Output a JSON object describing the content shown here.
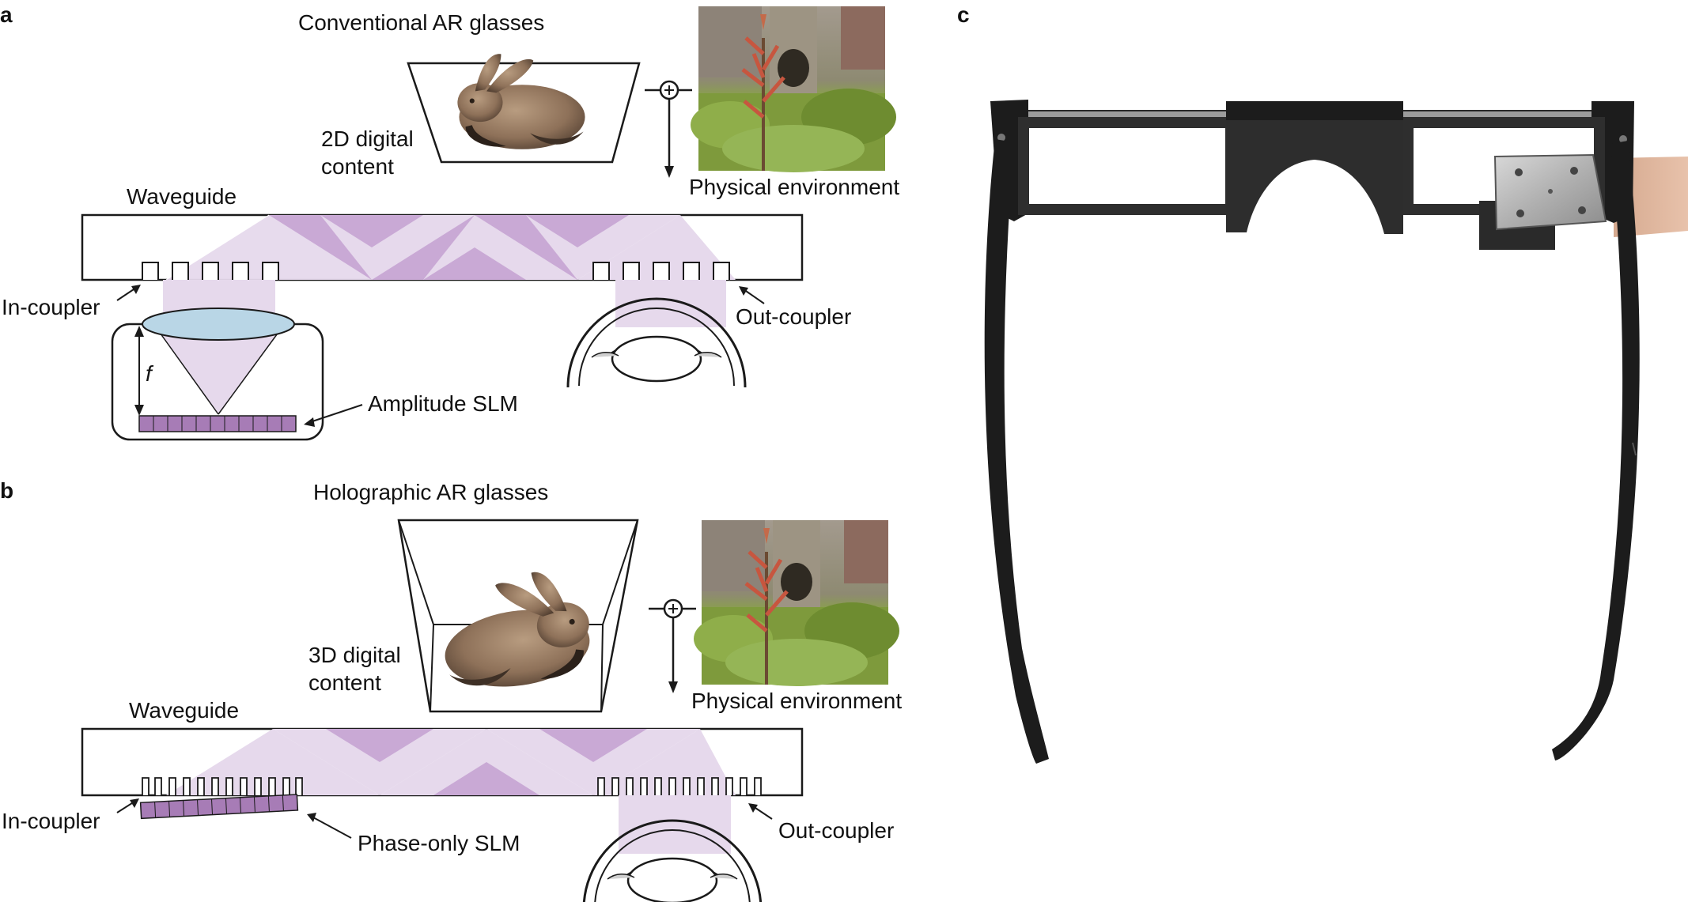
{
  "panel_a": {
    "letter": "a",
    "title": "Conventional AR glasses",
    "content_label_line1": "2D digital",
    "content_label_line2": "content",
    "env_label": "Physical environment",
    "waveguide_label": "Waveguide",
    "incoupler_label": "In-coupler",
    "outcoupler_label": "Out-coupler",
    "focal_label": "f",
    "slm_label": "Amplitude SLM"
  },
  "panel_b": {
    "letter": "b",
    "title": "Holographic AR glasses",
    "content_label_line1": "3D digital",
    "content_label_line2": "content",
    "env_label": "Physical environment",
    "waveguide_label": "Waveguide",
    "incoupler_label": "In-coupler",
    "outcoupler_label": "Out-coupler",
    "slm_label": "Phase-only SLM"
  },
  "panel_c": {
    "letter": "c"
  },
  "colors": {
    "light_purple": "#e6d9ec",
    "dark_purple": "#c9a9d5",
    "slm_purple": "#a77cb6",
    "lens_blue": "#b9d6e6",
    "glasses_black": "#1c1c1c",
    "bracket_silver": "#b9b9b9"
  },
  "icons": [
    "bunny-image",
    "plant-photo",
    "eye-icon",
    "combine-plus-icon",
    "glasses-photo"
  ]
}
